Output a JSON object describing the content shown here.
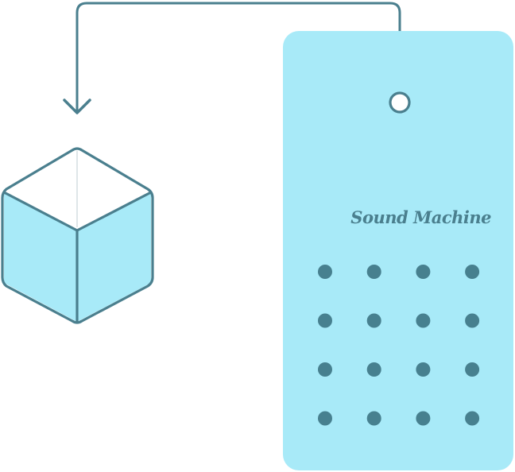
{
  "device": {
    "label": "Sound Machine",
    "button_rows": 4,
    "button_cols": 4
  },
  "colors": {
    "stroke": "#4a7f8e",
    "fill": "#a8eaf8",
    "cube_top": "#ffffff",
    "dot": "#47808f"
  },
  "icons": {
    "connector": "arrow-down-icon",
    "port": "port-circle-icon",
    "object": "cube-icon"
  }
}
